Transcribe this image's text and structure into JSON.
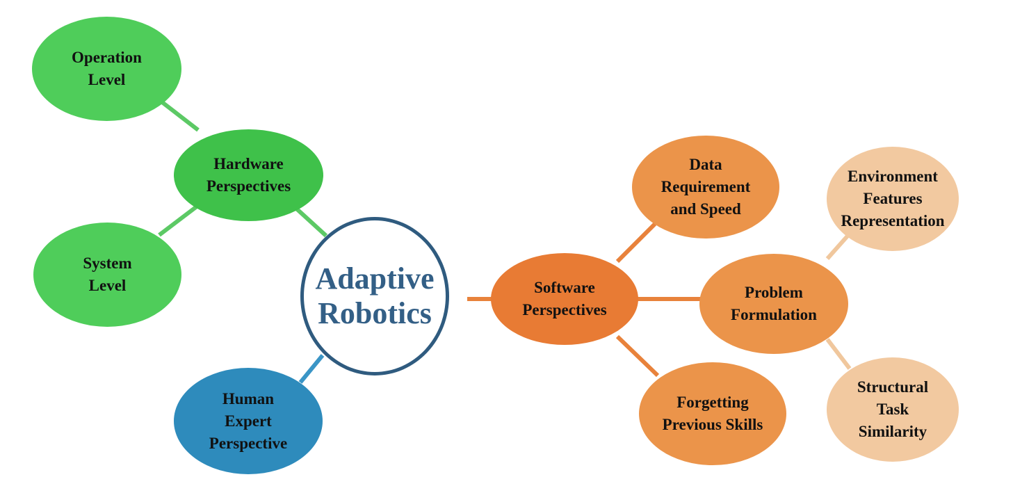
{
  "diagram": {
    "center": {
      "lines": [
        "Adaptive",
        "Robotics"
      ],
      "border_color": "#2f5b7f",
      "text_color": "#335f86"
    },
    "hardware": {
      "lines": [
        "Hardware",
        "Perspectives"
      ],
      "color": "#3fc14a"
    },
    "operation_level": {
      "lines": [
        "Operation",
        "Level"
      ],
      "color": "#4fcd5a"
    },
    "system_level": {
      "lines": [
        "System",
        "Level"
      ],
      "color": "#4fcd5a"
    },
    "human_expert": {
      "lines": [
        "Human",
        "Expert",
        "Perspective"
      ],
      "color": "#2e8bbc"
    },
    "software": {
      "lines": [
        "Software",
        "Perspectives"
      ],
      "color": "#e87b34"
    },
    "data_requirement": {
      "lines": [
        "Data",
        "Requirement",
        "and Speed"
      ],
      "color": "#eb944a"
    },
    "forgetting": {
      "lines": [
        "Forgetting",
        "Previous Skills"
      ],
      "color": "#eb944a"
    },
    "problem_formulation": {
      "lines": [
        "Problem",
        "Formulation"
      ],
      "color": "#eb944a"
    },
    "environment_features": {
      "lines": [
        "Environment",
        "Features",
        "Representation"
      ],
      "color": "#f2c9a0"
    },
    "structural_similarity": {
      "lines": [
        "Structural",
        "Task",
        "Similarity"
      ],
      "color": "#f2c9a0"
    },
    "connector_colors": {
      "hardware": "#5cc965",
      "human": "#3a95c6",
      "software": "#e8823b",
      "problem_children": "#f0c79d"
    }
  }
}
